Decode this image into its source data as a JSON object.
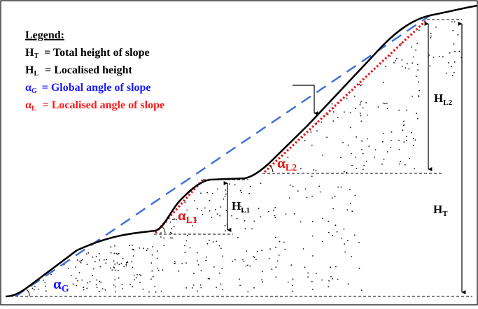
{
  "legend": {
    "title": "Legend:",
    "items": [
      {
        "symbol": "H",
        "sub": "T",
        "text": "= Total height of slope",
        "color": "#000000"
      },
      {
        "symbol": "H",
        "sub": "L",
        "text": "= Localised height",
        "color": "#000000"
      },
      {
        "symbol": "α",
        "sub": "G",
        "text": "= Global angle of slope",
        "color": "#1a1aff"
      },
      {
        "symbol": "α",
        "sub": "L",
        "text": "= Localised angle of slope",
        "color": "#ff1a1a"
      }
    ]
  },
  "labels": {
    "alpha": "α",
    "H": "H",
    "alpha_g_sub": "G",
    "alpha_l1_sub": "L1",
    "alpha_l2_sub": "L2",
    "h_l1_sub": "L1",
    "h_l2_sub": "L2",
    "h_t_sub": "T"
  },
  "colors": {
    "global": "#3a6fd8",
    "local": "#ee1111",
    "profile": "#000000",
    "label_blue": "#1a1aff",
    "label_red": "#ee1111"
  },
  "icons": {
    "load_arrow": "down-arrow-icon"
  }
}
